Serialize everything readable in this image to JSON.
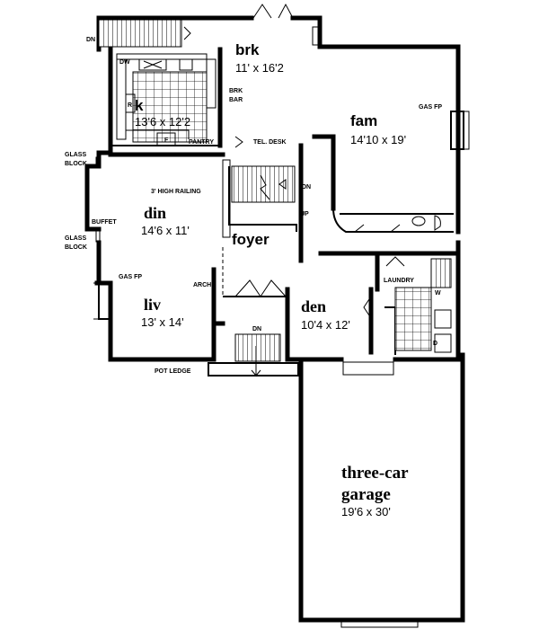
{
  "rooms": {
    "brk": {
      "name": "brk",
      "dim": "11' x 16'2"
    },
    "kitchen": {
      "name": "k",
      "dim": "13'6 x 12'2"
    },
    "fam": {
      "name": "fam",
      "dim": "14'10 x 19'"
    },
    "din": {
      "name": "din",
      "dim": "14'6 x 11'"
    },
    "foyer": {
      "name": "foyer"
    },
    "liv": {
      "name": "liv",
      "dim": "13' x 14'"
    },
    "den": {
      "name": "den",
      "dim": "10'4 x 12'"
    },
    "garage": {
      "name_line1": "three-car",
      "name_line2": "garage",
      "dim": "19'6 x 30'"
    }
  },
  "notes": {
    "dn_top": "DN",
    "dw": "DW",
    "r": "R",
    "brk_bar_1": "BRK",
    "brk_bar_2": "BAR",
    "pantry": "PANTRY",
    "f": "F",
    "tel_desk": "TEL. DESK",
    "gas_fp_fam": "GAS FP",
    "glass_block_1a": "GLASS",
    "glass_block_1b": "BLOCK",
    "railing": "3' HIGH RAILING",
    "dn_stair": "DN",
    "up_stair": "UP",
    "buffet": "BUFFET",
    "glass_block_2a": "GLASS",
    "glass_block_2b": "BLOCK",
    "gas_fp_liv": "GAS FP",
    "arch": "ARCH",
    "laundry": "LAUNDRY",
    "w": "W",
    "d": "D",
    "dn_bottom": "DN",
    "pot_ledge": "POT LEDGE"
  }
}
